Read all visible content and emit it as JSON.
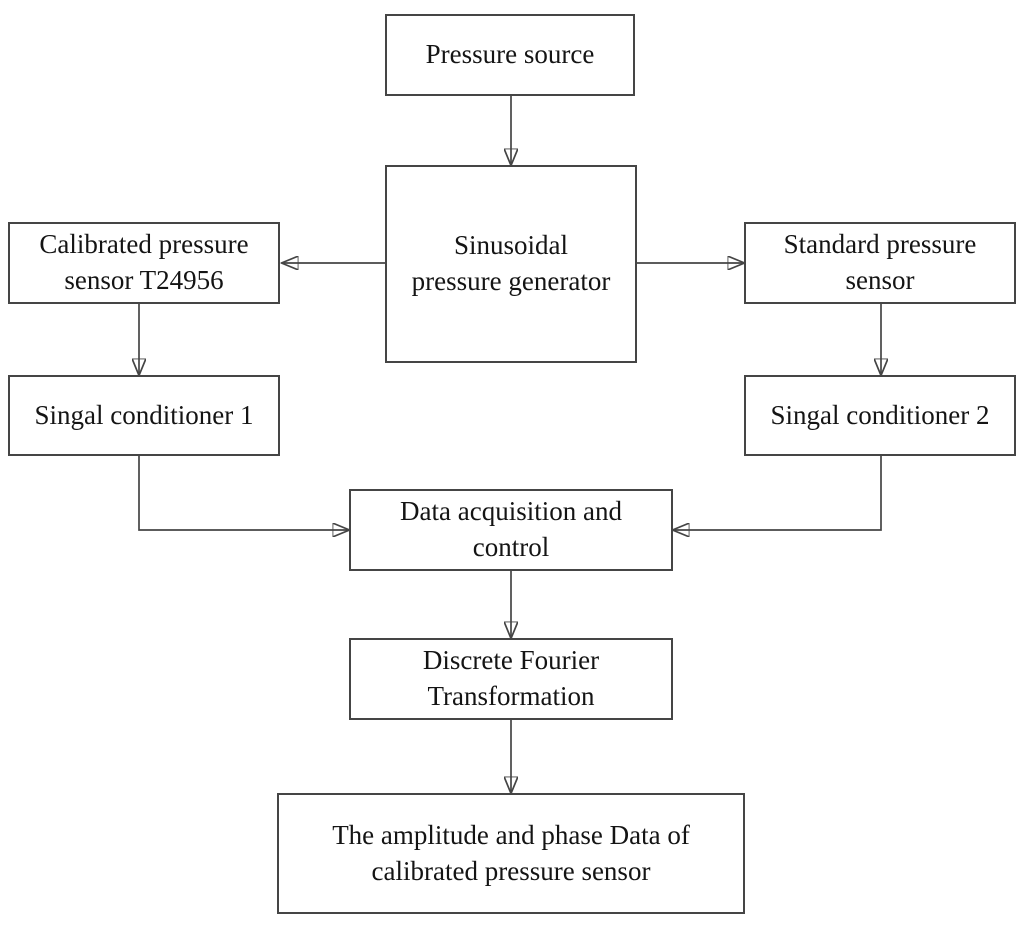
{
  "nodes": {
    "pressure_source": {
      "label": "Pressure source"
    },
    "sinusoidal_generator": {
      "label": "Sinusoidal\npressure generator"
    },
    "calibrated_sensor": {
      "label": "Calibrated pressure\nsensor T24956"
    },
    "standard_sensor": {
      "label": "Standard pressure\nsensor"
    },
    "signal_conditioner_1": {
      "label": "Singal conditioner 1"
    },
    "signal_conditioner_2": {
      "label": "Singal conditioner 2"
    },
    "data_acquisition": {
      "label": "Data acquisition and\ncontrol"
    },
    "dft": {
      "label": "Discrete Fourier\nTransformation"
    },
    "output_data": {
      "label": "The amplitude and phase Data of\ncalibrated pressure sensor"
    }
  },
  "colors": {
    "background": "#ffffff",
    "box_border": "#454545",
    "box_fill": "#ffffff",
    "text": "#141414",
    "line": "#454545",
    "arrowhead": "#0a0a0a"
  }
}
